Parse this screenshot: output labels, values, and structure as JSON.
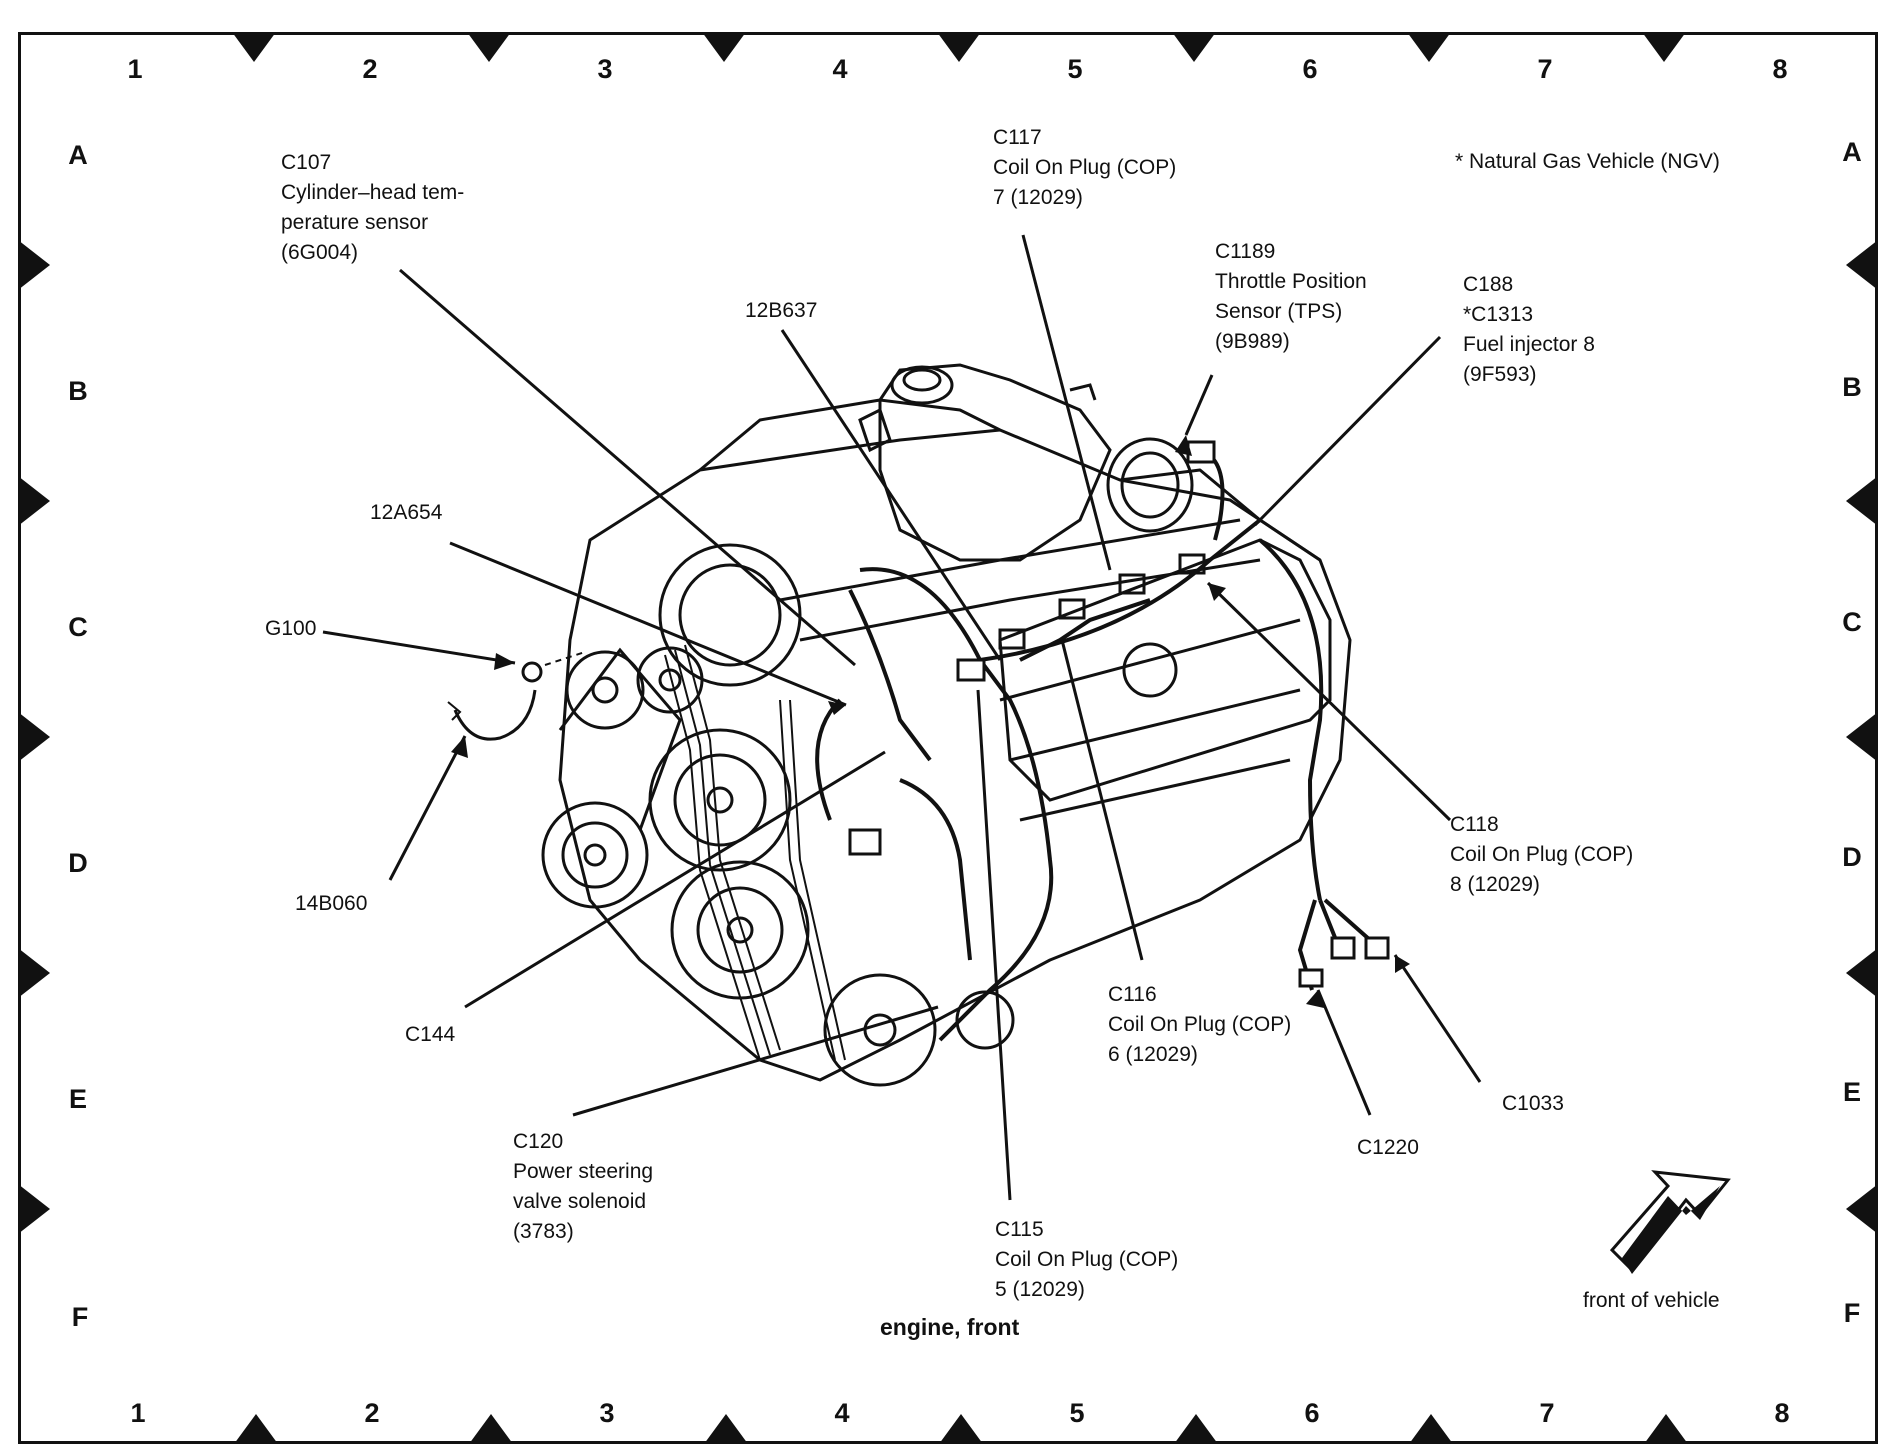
{
  "grid": {
    "columns": [
      "1",
      "2",
      "3",
      "4",
      "5",
      "6",
      "7",
      "8"
    ],
    "rows": [
      "A",
      "B",
      "C",
      "D",
      "E",
      "F"
    ]
  },
  "note": "*   Natural Gas Vehicle (NGV)",
  "labels": {
    "c107": [
      "C107",
      "Cylinder–head tem-",
      "perature sensor",
      "(6G004)"
    ],
    "c117": [
      "C117",
      "Coil On Plug (COP)",
      "7 (12029)"
    ],
    "c1189": [
      "C1189",
      "Throttle Position",
      "Sensor (TPS)",
      "(9B989)"
    ],
    "c188": [
      "C188",
      "*C1313",
      "Fuel injector 8",
      "(9F593)"
    ],
    "p12b637": [
      "12B637"
    ],
    "p12a654": [
      "12A654"
    ],
    "g100": [
      "G100"
    ],
    "p14b060": [
      "14B060"
    ],
    "c144": [
      "C144"
    ],
    "c118": [
      "C118",
      "Coil On Plug (COP)",
      "8 (12029)"
    ],
    "c116": [
      "C116",
      "Coil On Plug (COP)",
      "6 (12029)"
    ],
    "c120": [
      "C120",
      "Power steering",
      "valve solenoid",
      "(3783)"
    ],
    "c115": [
      "C115",
      "Coil On Plug (COP)",
      "5 (12029)"
    ],
    "c1220": [
      "C1220"
    ],
    "c1033": [
      "C1033"
    ]
  },
  "caption": "engine, front",
  "front_label": "front of vehicle"
}
